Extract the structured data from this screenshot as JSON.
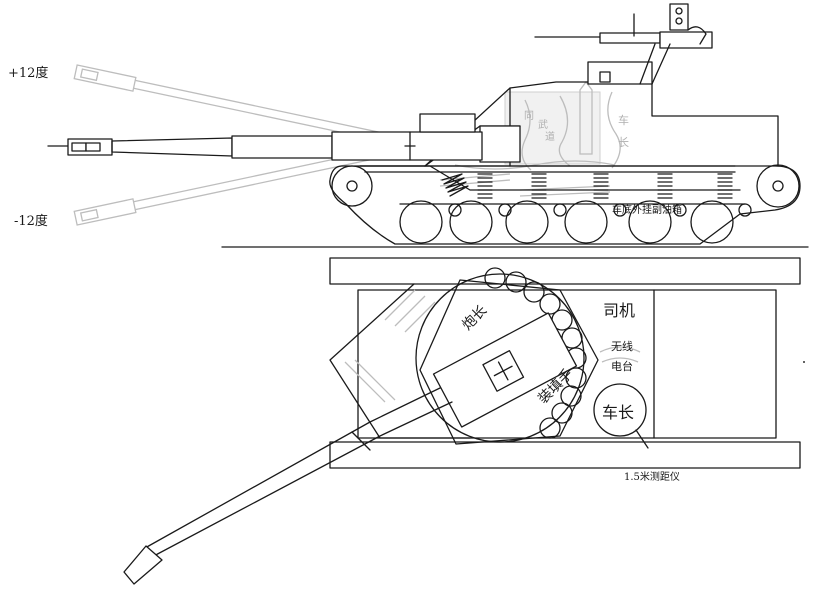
{
  "side_view": {
    "elevation_up": "+12度",
    "elevation_down": "-12度",
    "commander_label_top": "车",
    "commander_label_bottom": "长",
    "fuel_tank_label": "车底外挂副油箱"
  },
  "top_view": {
    "gunner": "炮长",
    "driver": "司机",
    "radio_line1": "无线",
    "radio_line2": "电台",
    "loader": "装填手",
    "commander": "车长",
    "rangefinder": "1.5米测距仪"
  }
}
